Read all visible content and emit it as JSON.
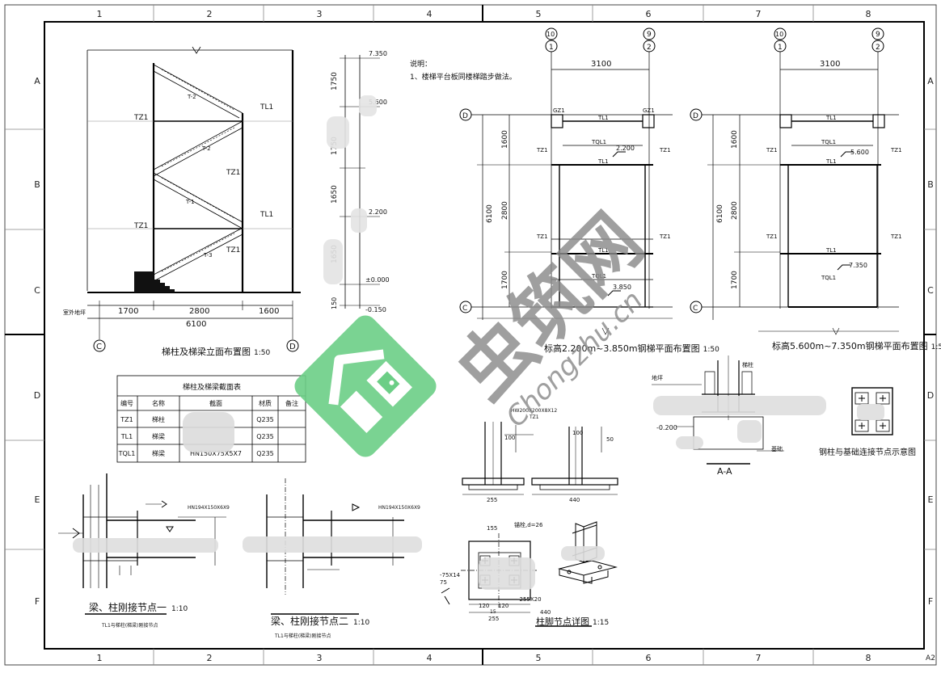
{
  "frame": {
    "col_labels": [
      "1",
      "2",
      "3",
      "4",
      "5",
      "6",
      "7",
      "8"
    ],
    "row_labels": [
      "A",
      "B",
      "C",
      "D",
      "E",
      "F"
    ],
    "sheet": "A2"
  },
  "notes": {
    "title": "说明：",
    "item1": "1、楼梯平台板同楼梯踏步做法。"
  },
  "elevation": {
    "title": "梯柱及梯梁立面布置图",
    "scale": "1:50",
    "dim_bottom": [
      "1700",
      "2800",
      "1600"
    ],
    "dim_total": "6100",
    "grid_left": "C",
    "grid_right": "D",
    "ground_label": "室外地坪",
    "labels": {
      "tz1": "TZ1",
      "tl1": "TL1",
      "t2": "T-2",
      "t3": "T-3",
      "t1": "T-1"
    },
    "levels": [
      "7.350",
      "5.600",
      "2.200",
      "±0.000",
      "-0.150"
    ],
    "vert_dims": [
      "1750",
      "1750",
      "1650",
      "1650",
      "150"
    ]
  },
  "plan1": {
    "title": "标高2.200m~3.850m钢梯平面布置图",
    "scale": "1:50",
    "grid_top": [
      "10",
      "1",
      "9",
      "2"
    ],
    "dim_top": "3100",
    "dims_left": [
      "1600",
      "2800",
      "1700"
    ],
    "dim_total": "6100",
    "grid_d": "D",
    "grid_c": "C",
    "labels": {
      "gz1": "GZ1",
      "tz1": "TZ1",
      "tl1": "TL1",
      "tql1": "TQL1"
    },
    "levels": [
      "2.200",
      "3.850"
    ]
  },
  "plan2": {
    "title": "标高5.600m~7.350m钢梯平面布置图",
    "scale": "1:50",
    "grid_top": [
      "10",
      "1",
      "9",
      "2"
    ],
    "dim_top": "3100",
    "dims_left": [
      "1600",
      "2800",
      "1700"
    ],
    "dim_total": "6100",
    "grid_d": "D",
    "grid_c": "C",
    "labels": {
      "tz1": "TZ1",
      "tl1": "TL1",
      "tql1": "TQL1"
    },
    "levels": [
      "5.600",
      "7.350"
    ]
  },
  "table": {
    "title": "梯柱及梯梁截面表",
    "headers": [
      "编号",
      "名称",
      "截面",
      "材质",
      "备注"
    ],
    "rows": [
      [
        "TZ1",
        "梯柱",
        "",
        "Q235",
        ""
      ],
      [
        "TL1",
        "梯梁",
        "",
        "Q235",
        ""
      ],
      [
        "TQL1",
        "梯梁",
        "HN150X75X5X7",
        "Q235",
        ""
      ]
    ]
  },
  "detail1": {
    "title": "梁、柱刚接节点一",
    "scale": "1:10",
    "sub": "TL1与梯柱(梯梁)刚接节点",
    "section": "HN194X150X6X9"
  },
  "detail2": {
    "title": "梁、柱刚接节点二",
    "scale": "1:10",
    "sub": "TL1与梯柱(梯梁)刚接节点",
    "section": "HN194X150X6X9"
  },
  "footing": {
    "title": "柱脚节点详图",
    "scale": "1:15",
    "section": "HW200X200X8X12",
    "tz1": "TZ1",
    "dims": [
      "255",
      "440",
      "100",
      "50",
      "120",
      "120",
      "155",
      "15",
      "75"
    ],
    "anchor": "锚栓,d=26",
    "plate1": "-75X14",
    "plate2": "-255X20"
  },
  "sectionAA": {
    "title": "A-A",
    "labels": [
      "梯柱",
      "地坪",
      "-0.200",
      "基础"
    ]
  },
  "connection": {
    "title": "钢柱与基础连接节点示意图"
  },
  "watermark": {
    "cn": "虫筑网",
    "en": "Chongzhu.cn"
  }
}
